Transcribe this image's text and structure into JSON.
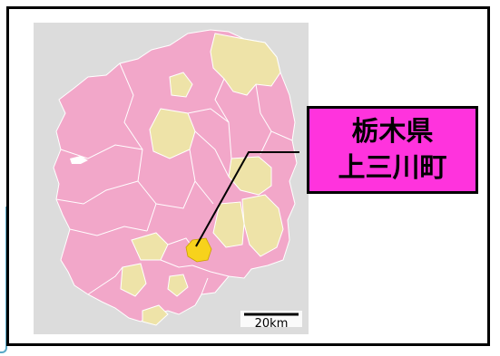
{
  "map": {
    "prefecture_fill": "#f2a7c9",
    "municipality_fill": "#eee3a8",
    "highlight_fill": "#f7d21c",
    "background_fill": "#dcdcdc",
    "border_color": "#ffffff"
  },
  "callout": {
    "line1": "栃木県",
    "line2": "上三川町",
    "fill": "#ff33dd"
  },
  "scale_bar": {
    "label": "20km"
  }
}
